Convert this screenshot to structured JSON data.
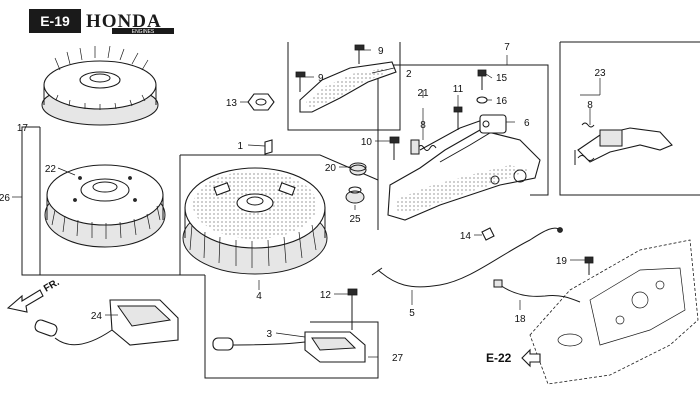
{
  "header": {
    "page_code": "E-19",
    "brand": "HONDA",
    "brand_sub": "ENGINES"
  },
  "direction_label": "FR.",
  "reference": {
    "label": "E-22"
  },
  "callouts": {
    "c1": "1",
    "c2": "2",
    "c3": "3",
    "c4": "4",
    "c5": "5",
    "c6": "6",
    "c7": "7",
    "c8a": "8",
    "c8b": "8",
    "c9a": "9",
    "c9b": "9",
    "c10": "10",
    "c11": "11",
    "c12": "12",
    "c13": "13",
    "c14": "14",
    "c15": "15",
    "c16": "16",
    "c17": "17",
    "c18": "18",
    "c19": "19",
    "c20": "20",
    "c21": "21",
    "c22": "22",
    "c23": "23",
    "c24": "24",
    "c25": "25",
    "c26": "26",
    "c27": "27"
  },
  "colors": {
    "ink": "#1a1a1a",
    "header_bg": "#1a1a1a",
    "header_text": "#ffffff"
  }
}
